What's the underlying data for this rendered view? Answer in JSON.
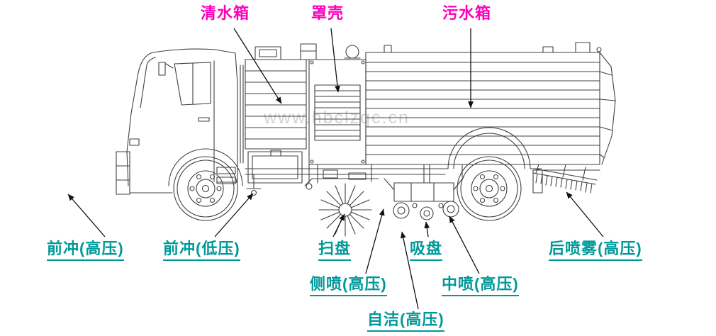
{
  "diagram": {
    "watermark": "www.hbclzqc.cn",
    "colors": {
      "top_label": "#ff00bb",
      "bottom_label": "#009999",
      "line_art": "#404040",
      "arrow": "#111111"
    },
    "top_labels": [
      {
        "name": "clean-water-tank",
        "text": "清水箱"
      },
      {
        "name": "housing-cover",
        "text": "罩壳"
      },
      {
        "name": "sewage-tank",
        "text": "污水箱"
      }
    ],
    "bottom_labels": [
      {
        "name": "front-flush-high-pressure",
        "text": "前冲(高压)"
      },
      {
        "name": "front-flush-low-pressure",
        "text": "前冲(低压)"
      },
      {
        "name": "sweep-disc",
        "text": "扫盘"
      },
      {
        "name": "suction-disc",
        "text": "吸盘"
      },
      {
        "name": "rear-spray-mist-high-pressure",
        "text": "后喷雾(高压)"
      },
      {
        "name": "side-spray-high-pressure",
        "text": "侧喷(高压)"
      },
      {
        "name": "middle-spray-high-pressure",
        "text": "中喷(高压)"
      },
      {
        "name": "self-clean-high-pressure",
        "text": "自洁(高压)"
      }
    ]
  }
}
